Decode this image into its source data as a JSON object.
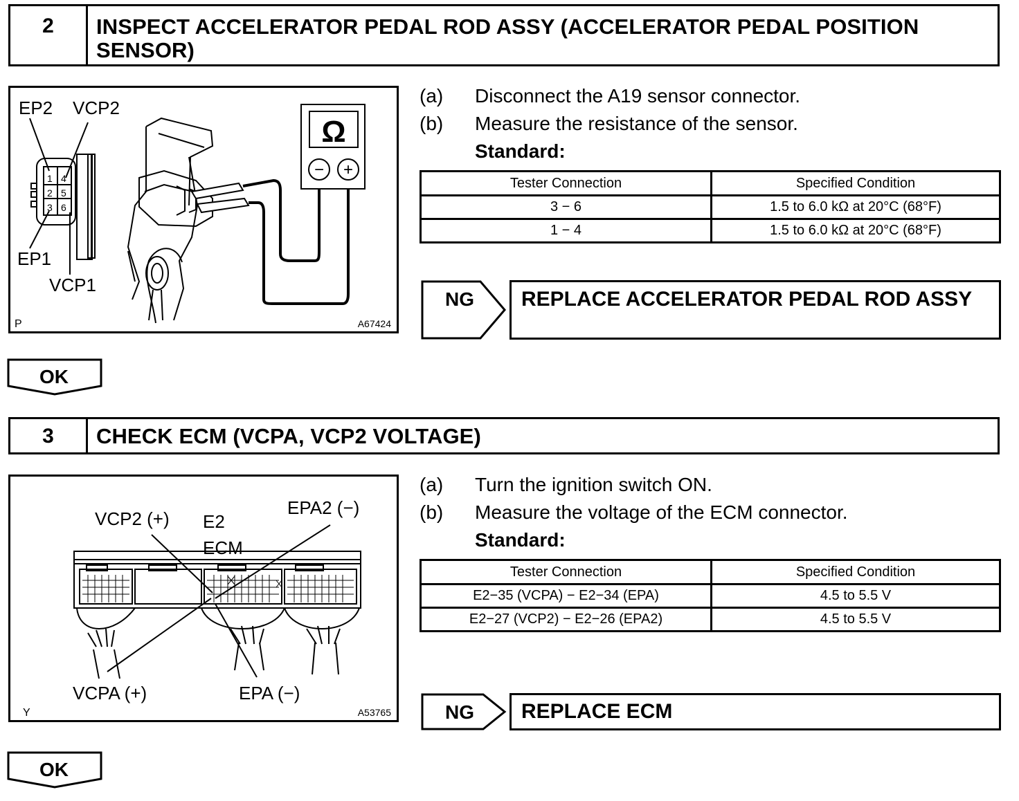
{
  "step2": {
    "number": "2",
    "title_line1": "INSPECT ACCELERATOR PEDAL ROD ASSY (ACCELERATOR PEDAL POSITION",
    "title_line2": "SENSOR)",
    "figure": {
      "labels": {
        "ep2": "EP2",
        "vcp2": "VCP2",
        "ep1": "EP1",
        "vcp1": "VCP1",
        "pin1": "1",
        "pin4": "4",
        "pin2": "2",
        "pin5": "5",
        "pin3": "3",
        "pin6": "6",
        "ohm": "Ω",
        "minus": "−",
        "plus": "+",
        "corner": "P",
        "code": "A67424"
      }
    },
    "instructions": [
      {
        "marker": "(a)",
        "text": "Disconnect the A19 sensor connector."
      },
      {
        "marker": "(b)",
        "text": "Measure the resistance of the sensor."
      }
    ],
    "standard_label": "Standard:",
    "table": {
      "headers": [
        "Tester Connection",
        "Specified Condition"
      ],
      "rows": [
        [
          "3 − 6",
          "1.5 to 6.0 kΩ at 20°C (68°F)"
        ],
        [
          "1 − 4",
          "1.5 to 6.0 kΩ at 20°C (68°F)"
        ]
      ]
    },
    "ng_label": "NG",
    "ng_action": "REPLACE ACCELERATOR PEDAL ROD ASSY",
    "ok_label": "OK"
  },
  "step3": {
    "number": "3",
    "title_line1": "CHECK ECM (VCPA, VCP2 VOLTAGE)",
    "figure": {
      "labels": {
        "vcp2": "VCP2 (+)",
        "e2": "E2",
        "ecm": "ECM",
        "epa2": "EPA2 (−)",
        "vcpa": "VCPA (+)",
        "epa": "EPA (−)",
        "corner": "Y",
        "code": "A53765"
      }
    },
    "instructions": [
      {
        "marker": "(a)",
        "text": "Turn the ignition switch ON."
      },
      {
        "marker": "(b)",
        "text": "Measure the voltage of the ECM connector."
      }
    ],
    "standard_label": "Standard:",
    "table": {
      "headers": [
        "Tester Connection",
        "Specified Condition"
      ],
      "rows": [
        [
          "E2−35 (VCPA) − E2−34 (EPA)",
          "4.5 to 5.5 V"
        ],
        [
          "E2−27 (VCP2) − E2−26 (EPA2)",
          "4.5 to 5.5 V"
        ]
      ]
    },
    "ng_label": "NG",
    "ng_action": "REPLACE ECM",
    "ok_label": "OK"
  }
}
